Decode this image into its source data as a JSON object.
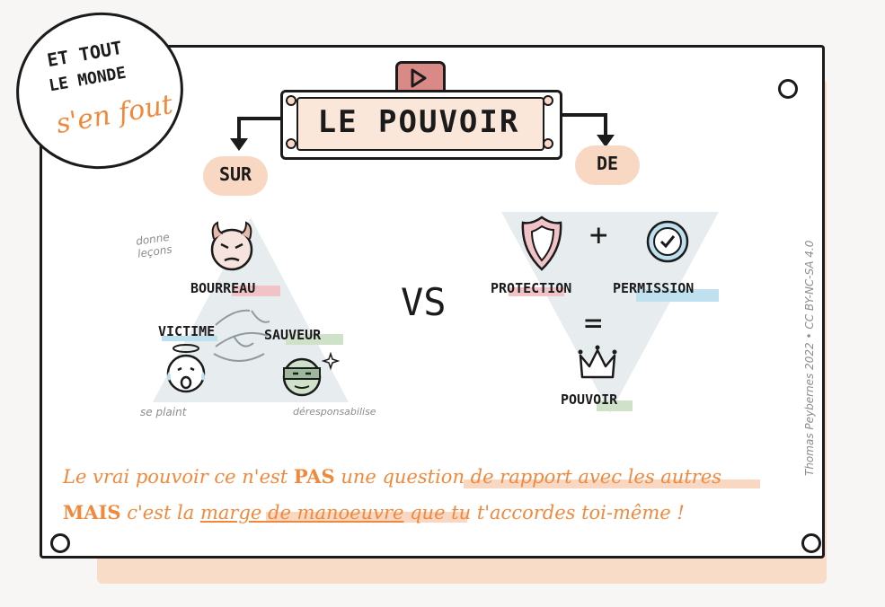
{
  "badge": {
    "line1": "ET TOUT",
    "line2": "LE MONDE",
    "line3": "s'en fout"
  },
  "title": "LE POUVOIR",
  "branches": {
    "left": "SUR",
    "right": "DE"
  },
  "left_triangle": {
    "bourreau": "BOURREAU",
    "victime": "VICTIME",
    "sauveur": "SAUVEUR",
    "note_bourreau": "donne leçons",
    "note_victime": "se plaint",
    "note_sauveur": "déresponsabilise"
  },
  "versus": "VS",
  "right_triangle": {
    "protection": "PROTECTION",
    "plus": "+",
    "permission": "PERMISSION",
    "equals": "=",
    "pouvoir": "POUVOIR"
  },
  "message": {
    "line1_pre": "Le vrai pouvoir ce n'est ",
    "line1_emph": "PAS",
    "line1_post": " une question de rapport avec les autres",
    "line2_emph": "MAIS",
    "line2_mid1": " c'est la ",
    "line2_highlight": "marge de manoeuvre",
    "line2_post": " que tu t'accordes toi-même !"
  },
  "credit": "Thomas Peybernes 2022 • CC BY-NC-SA 4.0",
  "colors": {
    "orange": "#f0893c",
    "peach": "#f9dcc8",
    "pink": "#f2c3c6",
    "blue": "#bfe0ef",
    "green": "#cfe1c8",
    "play_button": "#d98a87"
  },
  "icons": [
    "play-icon",
    "devil-face-icon",
    "angel-crying-face-icon",
    "ninja-face-icon",
    "shield-icon",
    "checkmark-badge-icon",
    "crown-icon",
    "arrow-down-left-icon",
    "arrow-down-right-icon"
  ]
}
